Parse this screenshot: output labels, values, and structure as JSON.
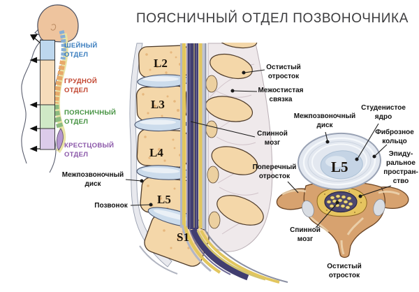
{
  "title": "ПОЯСНИЧНЫЙ ОТДЕЛ ПОЗВОНОЧНИКА",
  "colors": {
    "cervical_text": "#3a7dbe",
    "cervical_fill": "#bdd7ee",
    "thoracic_text": "#c2442e",
    "thoracic_fill": "#f6dcba",
    "lumbar_text": "#43913f",
    "lumbar_fill": "#cfe9c6",
    "sacral_text": "#8a56a8",
    "sacral_fill": "#dccbea",
    "bone": "#f4d7a9",
    "disc": "#ccdcec",
    "cord_dark": "#413e70",
    "nerve_yellow": "#e2c65e"
  },
  "left_figure": {
    "regions": [
      {
        "id": "cervical",
        "label": "ШЕЙНЫЙ\nОТДЕЛ"
      },
      {
        "id": "thoracic",
        "label": "ГРУДНОЙ\nОТДЕЛ"
      },
      {
        "id": "lumbar",
        "label": "ПОЯСНИЧНЫЙ\nОТДЕЛ"
      },
      {
        "id": "sacral",
        "label": "КРЕСТЦОВЫЙ\nОТДЕЛ"
      }
    ]
  },
  "sagittal": {
    "vertebrae": [
      "L2",
      "L3",
      "L4",
      "L5",
      "S1"
    ],
    "labels": {
      "disc": "Межпозвоночный\nдиск",
      "vertebra": "Позвонок",
      "spinous": "Остистый\nотросток",
      "interspinous": "Межостистая\nсвязка",
      "cord": "Спинной\nмозг"
    }
  },
  "axial": {
    "vertebra": "L5",
    "labels": {
      "disc": "Межпозвоночный\nдиск",
      "nucleus": "Студенистое\nядро",
      "annulus": "Фиброзное\nкольцо",
      "epidural": "Эпиду-\nральное\nпростран-\nство",
      "transverse": "Поперечный\nотросток",
      "cord": "Спинной\nмозг",
      "spinous": "Остистый\nотросток"
    }
  }
}
